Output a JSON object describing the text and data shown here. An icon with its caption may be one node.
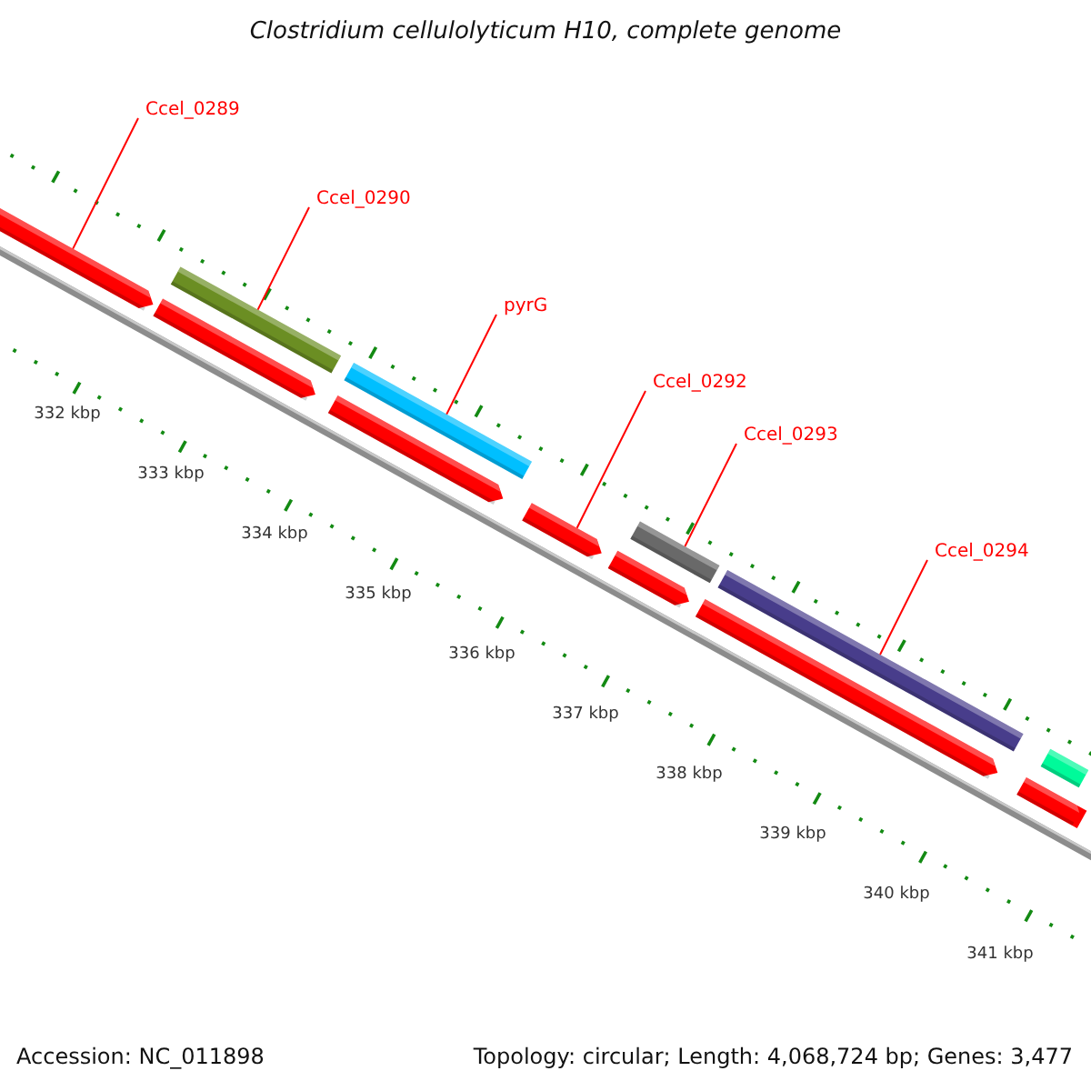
{
  "diagram": {
    "title": "Clostridium cellulolyticum H10, complete genome",
    "nodes": [
      {
        "text": [
          "Ccel_0289"
        ]
      },
      {
        "text": [
          "Ccel_0290"
        ]
      },
      {
        "text": [
          "pyrG"
        ]
      },
      {
        "text": [
          "Ccel_0292"
        ]
      },
      {
        "text": [
          "Ccel_0293"
        ]
      },
      {
        "text": [
          "Ccel_0294"
        ]
      },
      {
        "text": [],
        "shape": "bar"
      },
      {
        "text": [],
        "shape": "bar"
      },
      {
        "text": [],
        "shape": "bar"
      },
      {
        "text": [],
        "shape": "bar"
      },
      {
        "text": [],
        "shape": "bar"
      },
      {
        "text": [],
        "shape": "bar"
      },
      {
        "text": [],
        "shape": "bar"
      },
      {
        "text": [],
        "shape": "bar"
      },
      {
        "text": [],
        "shape": "bar"
      },
      {
        "text": [],
        "shape": "bar"
      },
      {
        "text": [],
        "shape": "bar"
      },
      {
        "text": [],
        "shape": "bar"
      }
    ],
    "edges": [
      {
        "from": 0,
        "to": 6,
        "arrow": "none"
      },
      {
        "from": 1,
        "to": 7,
        "arrow": "none"
      },
      {
        "from": 2,
        "to": 9,
        "arrow": "none"
      },
      {
        "from": 3,
        "to": 11,
        "arrow": "none"
      },
      {
        "from": 4,
        "to": 12,
        "arrow": "none"
      },
      {
        "from": 5,
        "to": 14,
        "arrow": "none"
      }
    ],
    "labels": [
      "332 kbp",
      "333 kbp",
      "334 kbp",
      "335 kbp",
      "336 kbp",
      "337 kbp",
      "338 kbp",
      "339 kbp",
      "340 kbp",
      "341 kbp",
      "Accession: NC_011898",
      "Topology: circular; Length: 4,068,724 bp; Genes: 3,477"
    ]
  }
}
